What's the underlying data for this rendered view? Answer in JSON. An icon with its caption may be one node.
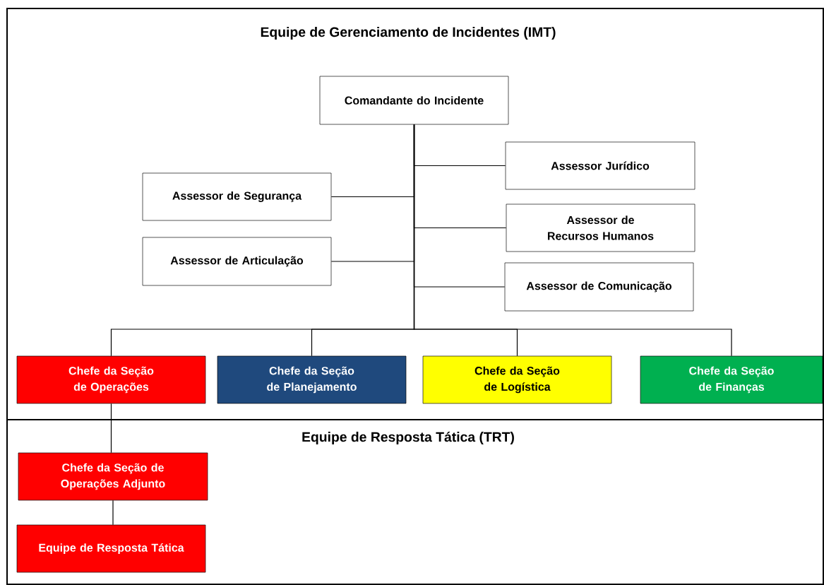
{
  "diagram": {
    "nodes": [
      {
        "text": [
          "Equipe de Gerenciamento de Incidentes (IMT)"
        ]
      },
      {
        "text": [
          "Comandante do Incidente"
        ],
        "in": 0
      },
      {
        "text": [
          "Assessor Jurídico"
        ],
        "in": 0
      },
      {
        "text": [
          "Assessor de Segurança"
        ],
        "in": 0
      },
      {
        "text": [
          "Assessor de Recursos Humanos"
        ],
        "in": 0
      },
      {
        "text": [
          "Assessor de Articulação"
        ],
        "in": 0
      },
      {
        "text": [
          "Assessor de Comunicação"
        ],
        "in": 0
      },
      {
        "text": [
          "Chefe da Seção de Operações"
        ],
        "in": 0
      },
      {
        "text": [
          "Chefe da Seção de Planejamento"
        ],
        "in": 0
      },
      {
        "text": [
          "Chefe da Seção de Logística"
        ],
        "in": 0
      },
      {
        "text": [
          "Chefe da Seção de Finanças"
        ],
        "in": 0
      },
      {
        "text": [
          "Equipe de Resposta Tática (TRT)"
        ]
      },
      {
        "text": [
          "Chefe da Seção de Operações Adjunto"
        ],
        "in": 11
      },
      {
        "text": [
          "Equipe de Resposta Tática"
        ],
        "in": 11
      }
    ],
    "edges": [
      {
        "from": 1,
        "to": 2,
        "arrow": "none"
      },
      {
        "from": 1,
        "to": 3,
        "arrow": "none"
      },
      {
        "from": 1,
        "to": 4,
        "arrow": "none"
      },
      {
        "from": 1,
        "to": 5,
        "arrow": "none"
      },
      {
        "from": 1,
        "to": 6,
        "arrow": "none"
      },
      {
        "from": 1,
        "to": 7,
        "arrow": "none"
      },
      {
        "from": 1,
        "to": 8,
        "arrow": "none"
      },
      {
        "from": 1,
        "to": 9,
        "arrow": "none"
      },
      {
        "from": 1,
        "to": 10,
        "arrow": "none"
      },
      {
        "from": 7,
        "to": 12,
        "arrow": "none"
      },
      {
        "from": 12,
        "to": 13,
        "arrow": "none"
      }
    ]
  }
}
